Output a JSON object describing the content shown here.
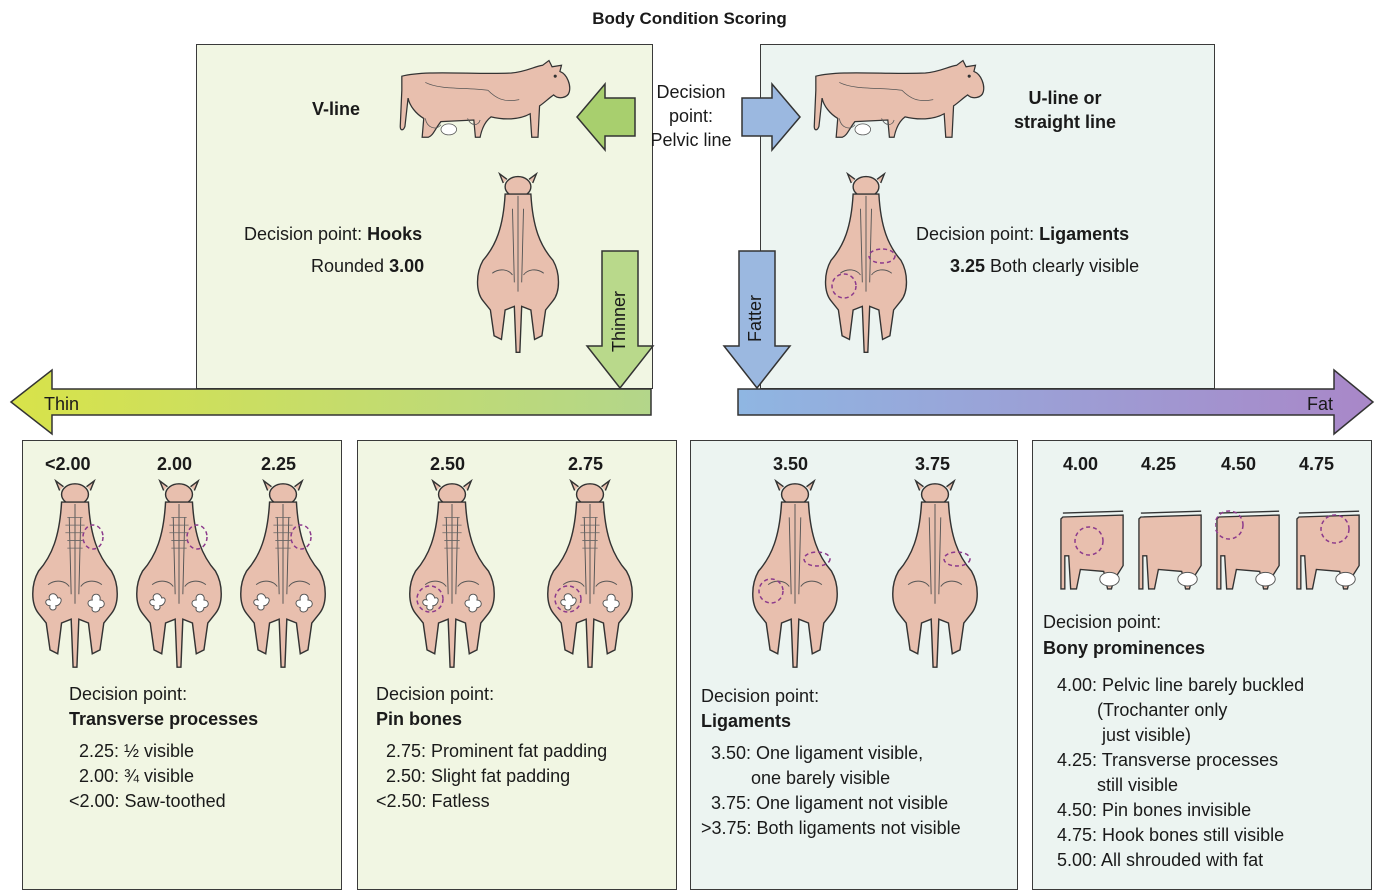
{
  "title": "Body Condition Scoring",
  "top": {
    "center_decision": {
      "line1": "Decision",
      "line2": "point:",
      "line3": "Pelvic line"
    },
    "left": {
      "line_label": "V-line",
      "decision_prefix": "Decision point: ",
      "decision_bold": "Hooks",
      "score_text": "Rounded ",
      "score_bold": "3.00",
      "arrow_label": "Thinner"
    },
    "right": {
      "line_label_1": "U-line or",
      "line_label_2": "straight line",
      "decision_prefix": "Decision point: ",
      "decision_bold": "Ligaments",
      "score_bold": "3.25",
      "score_text": " Both clearly visible",
      "arrow_label": "Fatter"
    }
  },
  "scale": {
    "thin_label": "Thin",
    "fat_label": "Fat"
  },
  "bottom": [
    {
      "scores": [
        "<2.00",
        "2.00",
        "2.25"
      ],
      "decision_line1": "Decision point:",
      "decision_bold": "Transverse processes",
      "items": [
        "  2.25: ½ visible",
        "  2.00: ¾ visible",
        "<2.00: Saw-toothed"
      ]
    },
    {
      "scores": [
        "2.50",
        "2.75"
      ],
      "decision_line1": "Decision point:",
      "decision_bold": "Pin bones",
      "items": [
        "  2.75: Prominent fat padding",
        "  2.50: Slight fat padding",
        "<2.50: Fatless"
      ]
    },
    {
      "scores": [
        "3.50",
        "3.75"
      ],
      "decision_line1": "Decision point:",
      "decision_bold": "Ligaments",
      "items": [
        "  3.50: One ligament visible,",
        "          one barely visible",
        "  3.75: One ligament not visible",
        ">3.75: Both ligaments not visible"
      ]
    },
    {
      "scores": [
        "4.00",
        "4.25",
        "4.50",
        "4.75"
      ],
      "decision_line1": "Decision point:",
      "decision_bold": "Bony prominences",
      "items": [
        "4.00: Pelvic line barely buckled",
        "        (Trochanter only",
        "         just visible)",
        "4.25: Transverse processes",
        "        still visible",
        "4.50: Pin bones invisible",
        "4.75: Hook bones still visible",
        "5.00: All shrouded with fat"
      ]
    }
  ],
  "colors": {
    "green_panel": "#f1f6e3",
    "blue_panel": "#ecf4f1",
    "green_arrow": "#a8cf6e",
    "blue_arrow": "#9bb8e0",
    "cow_fill": "#e8bfae",
    "marker": "#8c3a8c"
  }
}
